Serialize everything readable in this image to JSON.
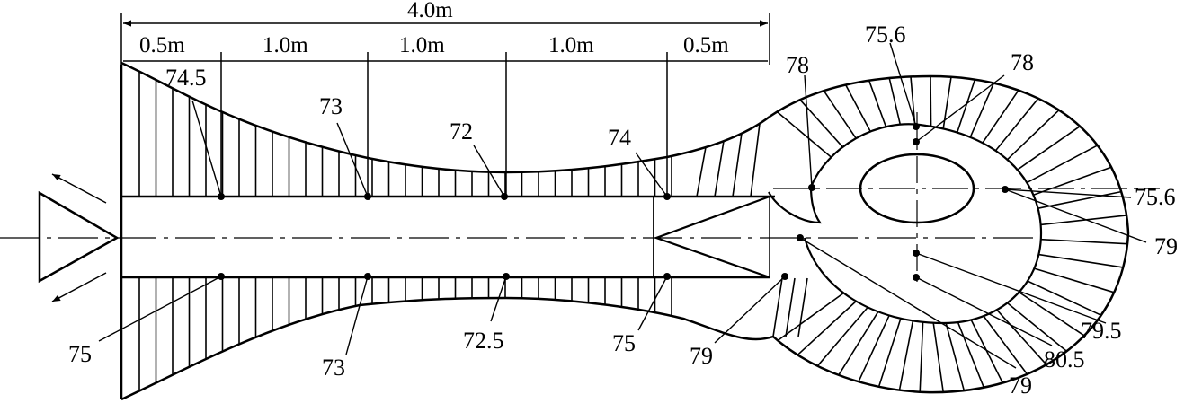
{
  "dimensions": {
    "total": "4.0m",
    "segments": [
      "0.5m",
      "1.0m",
      "1.0m",
      "1.0m",
      "0.5m"
    ]
  },
  "labels": {
    "top": [
      "74.5",
      "73",
      "72",
      "74",
      "78",
      "75.6",
      "78"
    ],
    "bottom": [
      "75",
      "73",
      "72.5",
      "75",
      "79",
      "79"
    ],
    "right": [
      "75.6",
      "79",
      "79.5",
      "80.5"
    ]
  }
}
